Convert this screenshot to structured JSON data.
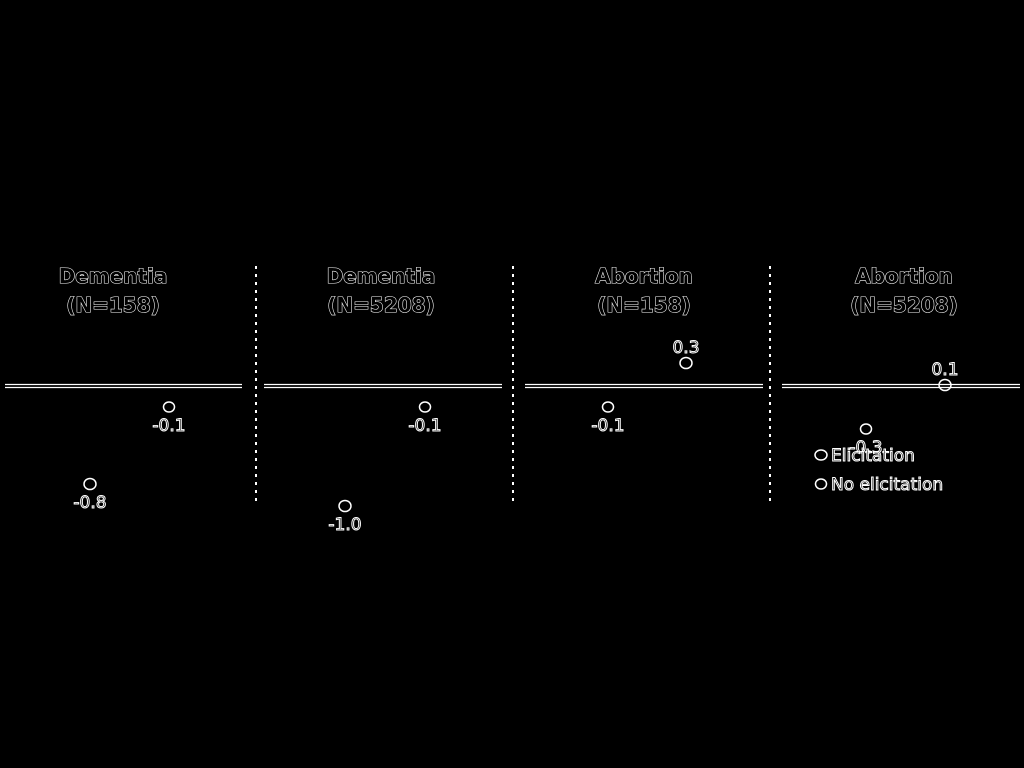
{
  "chart_data": {
    "type": "scatter",
    "panels": [
      {
        "title": "Dementia",
        "subtitle": "(N=158)",
        "points": [
          {
            "group": "Elicitation",
            "value": -0.1,
            "label": "-0.1"
          },
          {
            "group": "No elicitation",
            "value": -0.8,
            "label": "-0.8"
          }
        ]
      },
      {
        "title": "Dementia",
        "subtitle": "(N=5208)",
        "points": [
          {
            "group": "Elicitation",
            "value": -0.1,
            "label": "-0.1"
          },
          {
            "group": "No elicitation",
            "value": -1.0,
            "label": "-1.0"
          }
        ]
      },
      {
        "title": "Abortion",
        "subtitle": "(N=158)",
        "points": [
          {
            "group": "Elicitation",
            "value": -0.1,
            "label": "-0.1"
          },
          {
            "group": "No elicitation",
            "value": 0.3,
            "label": "0.3"
          }
        ]
      },
      {
        "title": "Abortion",
        "subtitle": "(N=5208)",
        "points": [
          {
            "group": "Elicitation",
            "value": -0.3,
            "label": "-0.3"
          },
          {
            "group": "No elicitation",
            "value": 0.1,
            "label": "0.1"
          }
        ]
      }
    ],
    "legend": {
      "placement": "bottom-right",
      "items": [
        "Elicitation",
        "No elicitation"
      ]
    },
    "zero_line": true,
    "grid": false,
    "colors": {
      "background": "#000000",
      "foreground": "#ffffff"
    }
  }
}
